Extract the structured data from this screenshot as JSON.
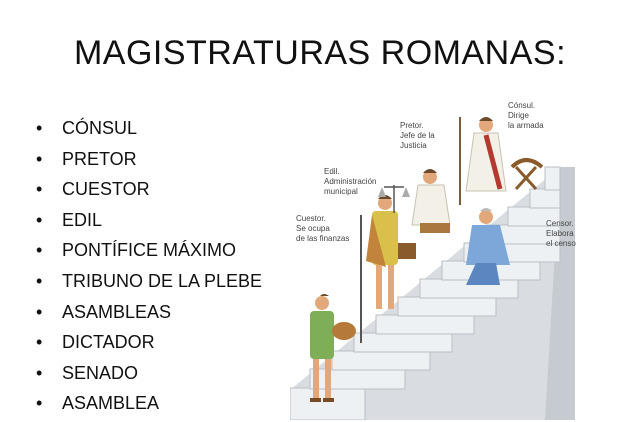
{
  "slide": {
    "title": "MAGISTRATURAS ROMANAS:",
    "items": [
      "CÓNSUL",
      "PRETOR",
      "CUESTOR",
      "EDIL",
      "PONTÍFICE MÁXIMO",
      "TRIBUNO DE LA PLEBE",
      "ASAMBLEAS",
      "DICTADOR",
      "SENADO",
      "ASAMBLEA"
    ],
    "bullet": "•"
  },
  "illustration": {
    "labels": {
      "cuestor": [
        "Cuestor.",
        "Se ocupa",
        "de las finanzas"
      ],
      "edil": [
        "Edil.",
        "Administración",
        "municipal"
      ],
      "pretor": [
        "Pretor.",
        "Jefe de la",
        "Justicia"
      ],
      "consul": [
        "Cónsul.",
        "Dirige",
        "la armada"
      ],
      "censor": [
        "Censor.",
        "Elabora",
        "el censo"
      ]
    }
  }
}
